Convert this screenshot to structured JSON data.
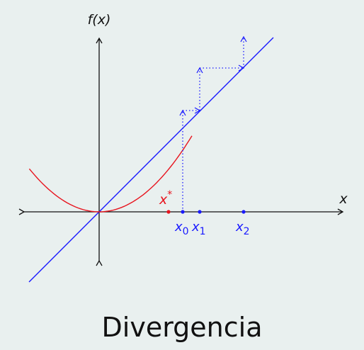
{
  "diagram": {
    "caption": "Divergencia",
    "y_axis_label": "f(x)",
    "x_axis_label": "x",
    "fixed_point_label": "x*",
    "iterate_labels": [
      "x0",
      "x1",
      "x2"
    ],
    "colors": {
      "background": "#e9f0ef",
      "axes": "#111111",
      "curve": "#e8141e",
      "identity_line": "#1a1aff",
      "iterates": "#1a1aff"
    }
  },
  "chart_data": {
    "type": "diagram",
    "title": "Divergencia",
    "xlabel": "x",
    "ylabel": "f(x)",
    "curve": "f(x) = 0.7 x^2",
    "identity_line": "y = x",
    "xlim": [
      -1.0,
      3.2
    ],
    "ylim": [
      -0.6,
      2.3
    ],
    "fixed_point": {
      "label": "x*",
      "x": 0.88
    },
    "iterates": [
      {
        "label": "x0",
        "x": 1.05
      },
      {
        "label": "x1",
        "x": 1.28
      },
      {
        "label": "x2",
        "x": 1.83
      }
    ]
  }
}
